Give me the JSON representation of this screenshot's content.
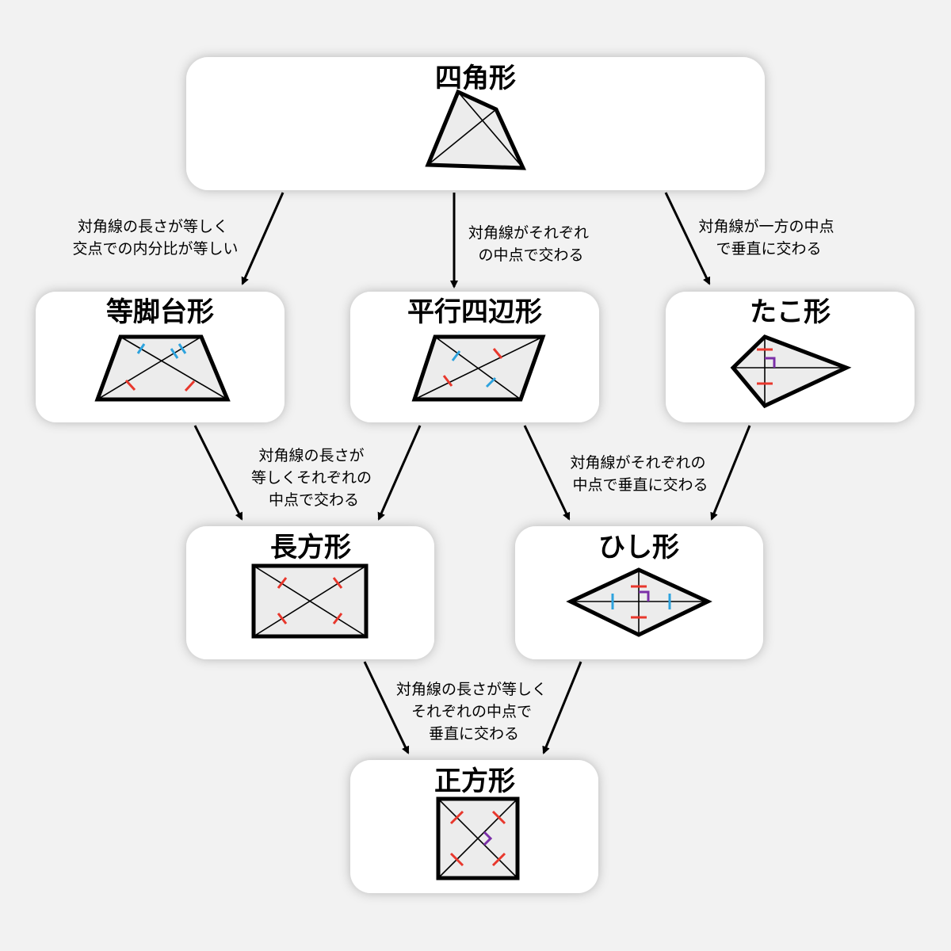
{
  "nodes": {
    "quadrilateral": "四角形",
    "isosceles_trapezoid": "等脚台形",
    "parallelogram": "平行四辺形",
    "kite": "たこ形",
    "rectangle": "長方形",
    "rhombus": "ひし形",
    "square": "正方形"
  },
  "edges": {
    "to_isosceles_trapezoid": [
      "対角線の長さが等しく",
      "交点での内分比が等しい"
    ],
    "to_parallelogram": [
      "対角線がそれぞれ",
      "の中点で交わる"
    ],
    "to_kite": [
      "対角線が一方の中点",
      "で垂直に交わる"
    ],
    "to_rectangle": [
      "対角線の長さが",
      "等しくそれぞれの",
      "中点で交わる"
    ],
    "to_rhombus": [
      "対角線がそれぞれの",
      "中点で垂直に交わる"
    ],
    "to_square": [
      "対角線の長さが等しく",
      "それぞれの中点で",
      "垂直に交わる"
    ]
  },
  "colors": {
    "equal_mark_red": "#e8372c",
    "equal_mark_blue": "#2ea3de",
    "right_angle_mark": "#7b2fa8",
    "box_fill": "#ffffff",
    "background": "#f2f2f2"
  }
}
